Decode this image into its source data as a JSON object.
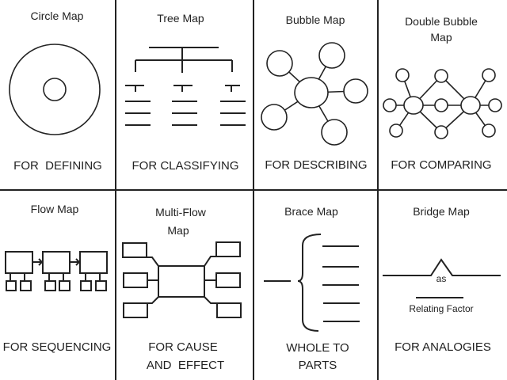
{
  "maps": [
    {
      "title": "Circle Map",
      "purpose": "FOR  DEFINING"
    },
    {
      "title": "Tree Map",
      "purpose": "FOR CLASSIFYING"
    },
    {
      "title": "Bubble Map",
      "purpose": "FOR DESCRIBING"
    },
    {
      "title_line1": "Double Bubble",
      "title_line2": "Map",
      "purpose": "FOR COMPARING"
    },
    {
      "title": "Flow Map",
      "purpose": "FOR SEQUENCING"
    },
    {
      "title_line1": "Multi-Flow",
      "title_line2": "Map",
      "purpose_line1": "FOR CAUSE",
      "purpose_line2": "AND  EFFECT"
    },
    {
      "title": "Brace Map",
      "purpose_line1": "WHOLE TO",
      "purpose_line2": "PARTS"
    },
    {
      "title": "Bridge Map",
      "purpose": "FOR ANALOGIES",
      "bridge_word": "as",
      "relating_label": "Relating Factor"
    }
  ]
}
